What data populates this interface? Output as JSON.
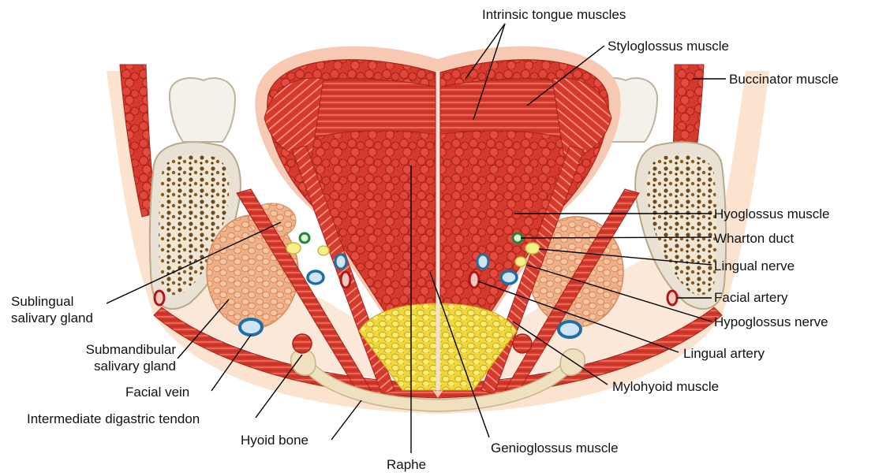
{
  "labels": {
    "intrinsic_tongue_muscles": "Intrinsic tongue muscles",
    "styloglossus_muscle": "Styloglossus muscle",
    "buccinator_muscle": "Buccinator muscle",
    "hyoglossus_muscle": "Hyoglossus muscle",
    "wharton_duct": "Wharton duct",
    "lingual_nerve": "Lingual nerve",
    "facial_artery": "Facial artery",
    "hypoglossus_nerve": "Hypoglossus nerve",
    "lingual_artery": "Lingual artery",
    "mylohyoid_muscle": "Mylohyoid muscle",
    "genioglossus_muscle": "Genioglossus muscle",
    "raphe": "Raphe",
    "hyoid_bone": "Hyoid bone",
    "intermediate_digastric_tendon": "Intermediate digastric tendon",
    "facial_vein": "Facial vein",
    "submandibular_line1": "Submandibular",
    "submandibular_line2": "salivary gland",
    "sublingual_line1": "Sublingual",
    "sublingual_line2": "salivary gland"
  },
  "colors": {
    "muscle": "#d63a2c",
    "muscle_dark": "#a8231b",
    "muscle_light": "#ef6a55",
    "mucosa": "#f7c9b3",
    "skin": "#fbe3cf",
    "bone": "#e9e2d4",
    "marrow": "#6e4a1e",
    "gland": "#f2b08a",
    "fat": "#f2e04a",
    "tooth": "#f4f1ea",
    "nerve": "#f5ee8a",
    "vein": "#1e6ea8",
    "duct": "#1c8a3a",
    "artery": "#b01818",
    "leader": "#000000"
  }
}
